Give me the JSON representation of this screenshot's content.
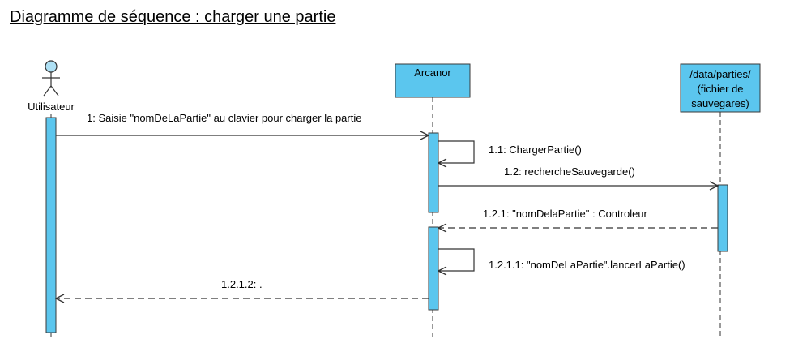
{
  "title": "Diagramme de séquence : charger une partie",
  "colors": {
    "box_fill": "#5bc6ee",
    "box_stroke": "#3a3a3a",
    "actor_fill": "#aee0f4",
    "line": "#333333"
  },
  "participants": {
    "actor": {
      "label": "Utilisateur"
    },
    "arcanor": {
      "label": "Arcanor"
    },
    "data": {
      "lines": [
        "/data/parties/",
        "(fichier de",
        "sauvegares)"
      ]
    }
  },
  "messages": [
    {
      "id": "m1",
      "label": "1:  Saisie \"nomDeLaPartie\" au clavier pour charger la partie"
    },
    {
      "id": "m2",
      "label": "1.1: ChargerPartie()"
    },
    {
      "id": "m3",
      "label": "1.2: rechercheSauvegarde()"
    },
    {
      "id": "m4",
      "label": "1.2.1: \"nomDelaPartie\" : Controleur"
    },
    {
      "id": "m5",
      "label": "1.2.1.1: \"nomDeLaPartie\".lancerLaPartie()"
    },
    {
      "id": "m6",
      "label": "1.2.1.2: ."
    }
  ]
}
